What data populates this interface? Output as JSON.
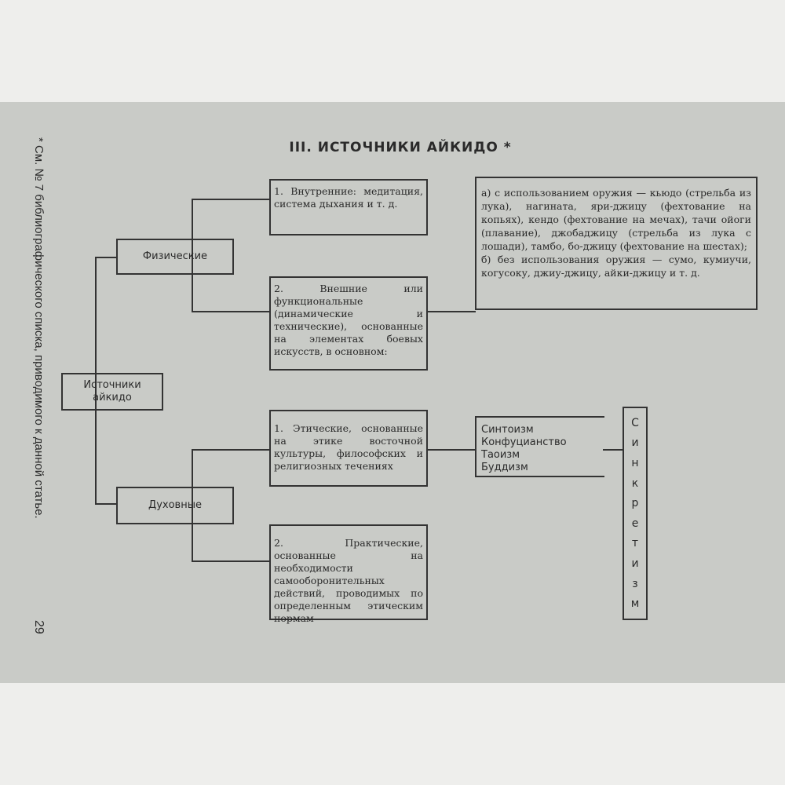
{
  "title": "III. ИСТОЧНИКИ АЙКИДО *",
  "footnote": "* См. № 7 библиографического списка, приводимого к данной статье.",
  "page_number": "29",
  "nodes": {
    "root": "Источники айкидо",
    "physical": "Физические",
    "spiritual": "Духовные",
    "internal": "1. Внутренние: медитация, система дыхания и т. д.",
    "external": "2. Внешние или функциональные (динамические и технические), основанные на элементах боевых искусств, в основном:",
    "martial_arts": [
      "а) с использованием оружия — кьюдо (стрельба из лука), нагината, яри-джицу (фехтование на копьях), кендо (фехтование на мечах), тачи ойоги (плавание), джобаджицу (стрельба из лука с лошади), тамбо, бо-джицу (фехтование на шестах);",
      "б) без использования оружия — сумо, кумиучи, когусоку, джиу-джицу, айки-джицу и т. д."
    ],
    "ethical": "1. Этические, основанные на этике восточной культуры, философских и религиозных течениях",
    "practical": "2. Практические, основанные на необходимости самооборонительных действий, проводимых по определенным этическим нормам",
    "religions": [
      "Синтоизм",
      "Конфуцианство",
      "Таоизм",
      "Буддизм"
    ],
    "syncretism": [
      "С",
      "и",
      "н",
      "к",
      "р",
      "е",
      "т",
      "и",
      "з",
      "м"
    ]
  }
}
